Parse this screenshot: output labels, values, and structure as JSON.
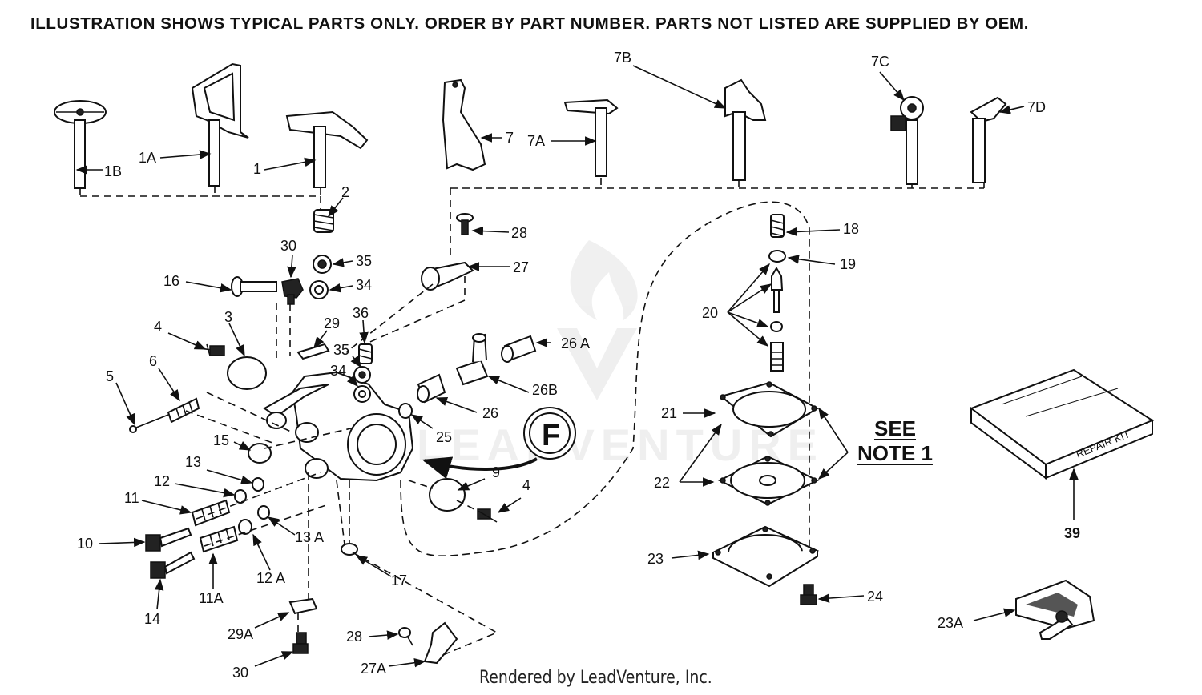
{
  "header": {
    "text": "ILLUSTRATION SHOWS TYPICAL PARTS ONLY. ORDER BY PART NUMBER. PARTS NOT LISTED ARE SUPPLIED BY OEM."
  },
  "note": {
    "line1": "SEE",
    "line2": "NOTE 1"
  },
  "footer": {
    "text": "Rendered by LeadVenture, Inc."
  },
  "badge": {
    "letter": "F"
  },
  "repair_kit": {
    "label": "REPAIR KIT"
  },
  "watermark": {
    "text": "LEADVENTURE"
  },
  "labels": {
    "p1": "1",
    "p1A": "1A",
    "p1B": "1B",
    "p2": "2",
    "p3": "3",
    "p4a": "4",
    "p4b": "4",
    "p5": "5",
    "p6": "6",
    "p7": "7",
    "p7A": "7A",
    "p7B": "7B",
    "p7C": "7C",
    "p7D": "7D",
    "p9": "9",
    "p10": "10",
    "p11": "11",
    "p11A": "11A",
    "p12": "12",
    "p12A": "12 A",
    "p13": "13",
    "p13A": "13 A",
    "p14": "14",
    "p15": "15",
    "p16": "16",
    "p17": "17",
    "p18": "18",
    "p19": "19",
    "p20": "20",
    "p21": "21",
    "p22": "22",
    "p23": "23",
    "p23A": "23A",
    "p24": "24",
    "p25": "25",
    "p26": "26",
    "p26A": "26 A",
    "p26B": "26B",
    "p27": "27",
    "p27A": "27A",
    "p28a": "28",
    "p28b": "28",
    "p29": "29",
    "p29A": "29A",
    "p30a": "30",
    "p30b": "30",
    "p34a": "34",
    "p34b": "34",
    "p35a": "35",
    "p35b": "35",
    "p36": "36",
    "p39": "39"
  }
}
